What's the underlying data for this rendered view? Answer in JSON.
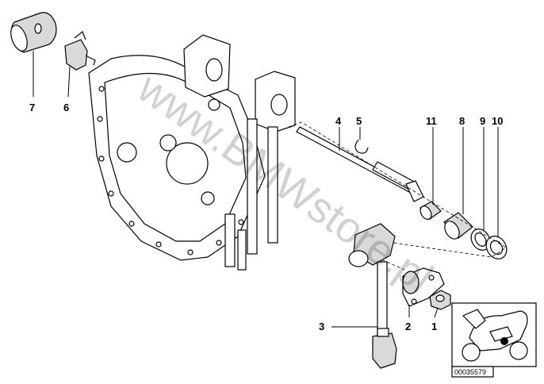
{
  "callouts": [
    {
      "id": "7",
      "label": "7"
    },
    {
      "id": "6",
      "label": "6"
    },
    {
      "id": "4",
      "label": "4"
    },
    {
      "id": "5",
      "label": "5"
    },
    {
      "id": "11",
      "label": "11"
    },
    {
      "id": "8",
      "label": "8"
    },
    {
      "id": "9",
      "label": "9"
    },
    {
      "id": "10",
      "label": "10"
    },
    {
      "id": "3",
      "label": "3"
    },
    {
      "id": "2",
      "label": "2"
    },
    {
      "id": "1",
      "label": "1"
    }
  ],
  "watermark": "www.BMWstore.pl",
  "diagram_code": "00035579",
  "colors": {
    "line": "#000000",
    "background": "#ffffff",
    "marker": "#000000"
  }
}
